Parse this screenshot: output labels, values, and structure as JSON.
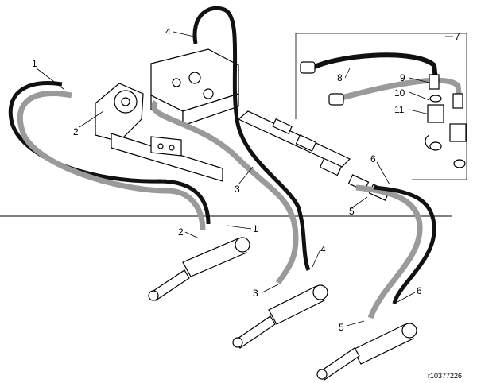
{
  "diagram": {
    "figure_id": "r10377226",
    "callouts": {
      "c1a": "1",
      "c2a": "2",
      "c3a": "3",
      "c4a": "4",
      "c5a": "5",
      "c6a": "6",
      "c7": "7",
      "c8": "8",
      "c9": "9",
      "c10": "10",
      "c11": "11",
      "c1b": "1",
      "c2b": "2",
      "c3b": "3",
      "c4b": "4",
      "c5b": "5",
      "c6b": "6"
    },
    "hose_colors": {
      "black": "#111111",
      "gray": "#9a9a9a"
    }
  }
}
